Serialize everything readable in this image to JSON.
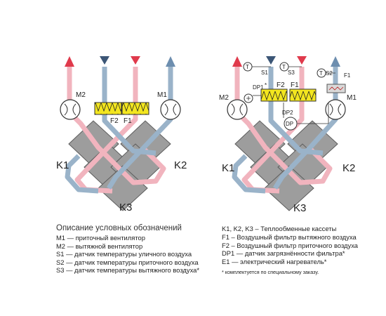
{
  "diagram_left": {
    "labels": {
      "m2": "M2",
      "m1": "M1",
      "f2": "F2",
      "f1": "F1",
      "k1": "K1",
      "k2": "K2",
      "k3": "K3"
    }
  },
  "diagram_right": {
    "labels": {
      "m2": "M2",
      "m1": "M1",
      "s1": "S1",
      "s3": "S3",
      "s2": "S2",
      "t": "T",
      "dp1": "DP1",
      "dp1_sup": "*",
      "dp2": "DP2",
      "dp": "DP",
      "f2": "F2",
      "f1": "F1",
      "f1_corner": "F1",
      "k1": "K1",
      "k2": "K2",
      "k3": "K3"
    }
  },
  "legend_left": {
    "title": "Описание условных обозначений",
    "lines": [
      "M1 — приточный вентилятор",
      "M2 — вытяжной вентилятор",
      "S1 — датчик температуры уличного воздуха",
      "S2 — датчик температуры приточного воздуха",
      "S3 — датчик температуры вытяжного воздуха*"
    ]
  },
  "legend_right": {
    "lines": [
      "K1, K2, K3 – Теплообменные кассеты",
      "F1 – Воздушный фильтр вытяжного воздуха",
      "F2 – Воздушный фильтр приточного воздуха",
      "DP1 — датчик загрязнённости фильтра*",
      "E1 — электрический нагреватель*"
    ],
    "note": "* комплектуется по специальному заказу."
  },
  "colors": {
    "pink_duct": "#f1b4be",
    "blue_duct": "#9ab3c9",
    "red_arrow": "#e03a4c",
    "navy_arrow": "#3c5676",
    "blue_arrow": "#6d8eaf",
    "cassette": "#9d9d9d",
    "filter_fill": "#f3e61f"
  }
}
